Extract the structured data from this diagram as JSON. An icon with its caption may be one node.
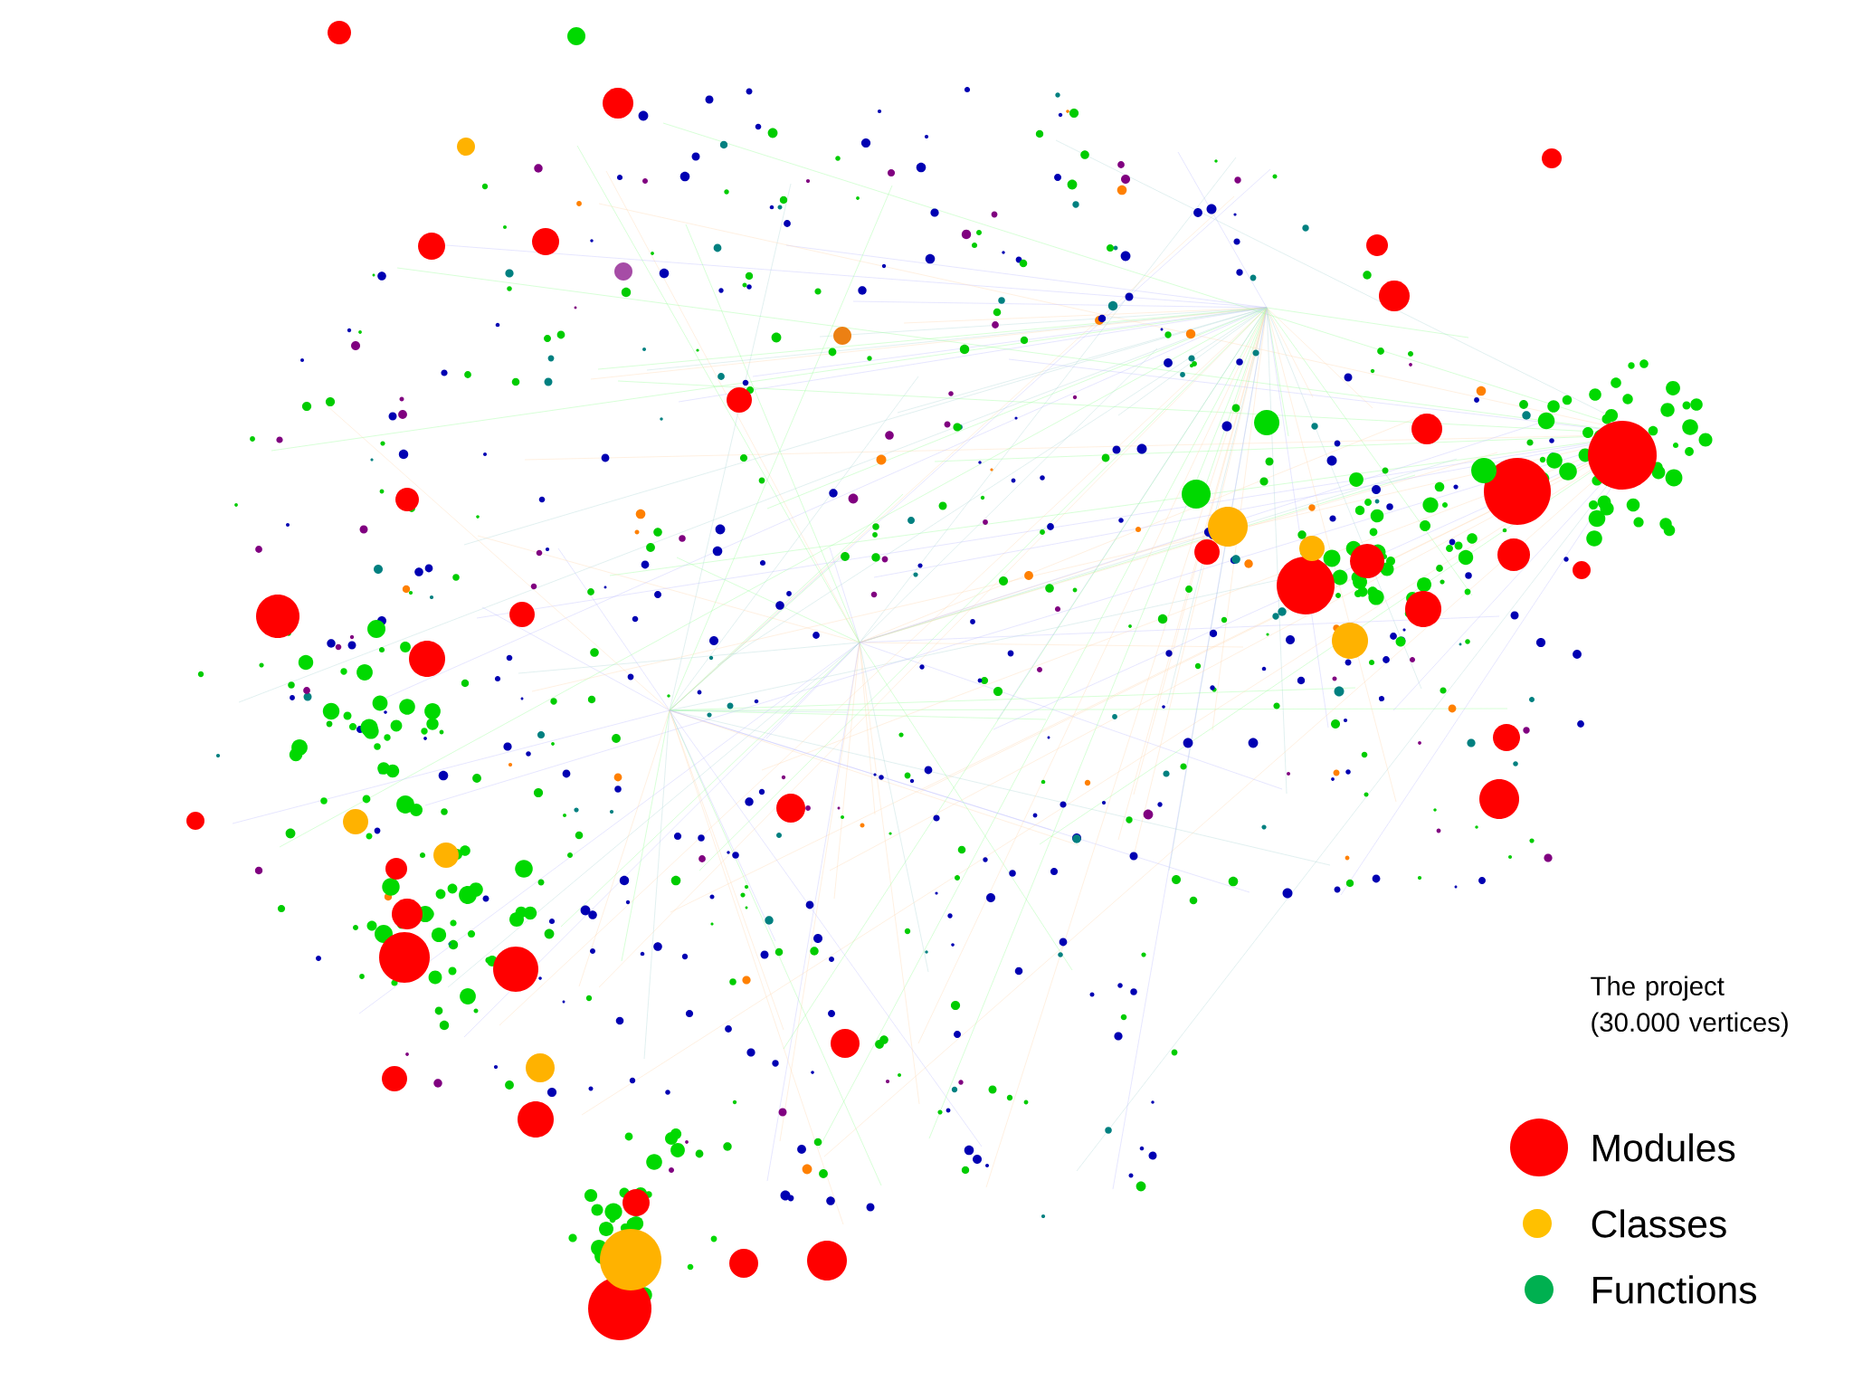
{
  "diagram": {
    "labels": [
      "The project (30.000 vertices)"
    ],
    "legend": [
      {
        "text": "Modules",
        "color": "#ff0000"
      },
      {
        "text": "Classes",
        "color": "#ffc000"
      },
      {
        "text": "Functions",
        "color": "#00b050"
      }
    ]
  }
}
